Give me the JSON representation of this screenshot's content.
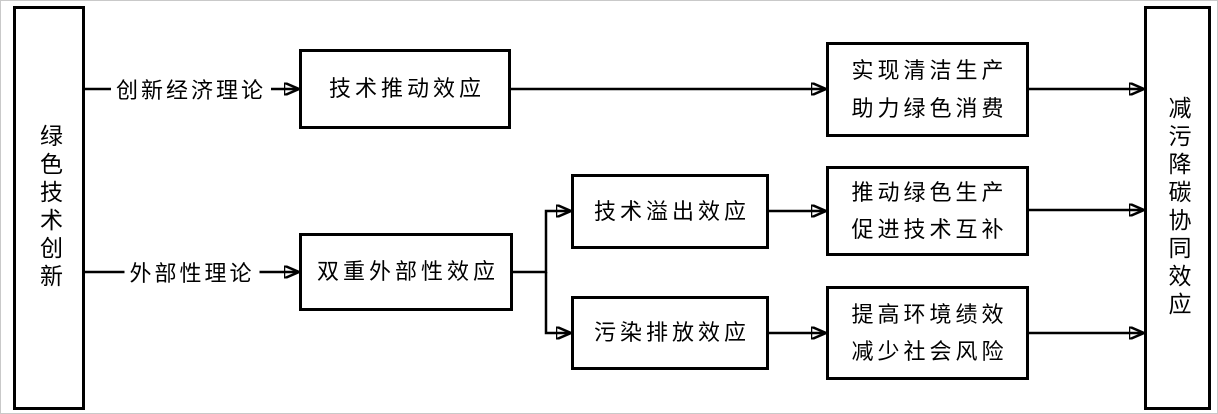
{
  "diagram": {
    "source": {
      "label": "绿色技术创新"
    },
    "sink": {
      "label": "减污降碳协同效应"
    },
    "theories": {
      "innovation": "创新经济理论",
      "externality": "外部性理论"
    },
    "effects": {
      "tech_push": "技术推动效应",
      "dual_externality": "双重外部性效应",
      "tech_spillover": "技术溢出效应",
      "pollution_emission": "污染排放效应"
    },
    "outcomes": {
      "clean_production": {
        "line1": "实现清洁生产",
        "line2": "助力绿色消费"
      },
      "green_production": {
        "line1": "推动绿色生产",
        "line2": "促进技术互补"
      },
      "env_performance": {
        "line1": "提高环境绩效",
        "line2": "减少社会风险"
      }
    },
    "colors": {
      "line": "#000000",
      "background": "#ffffff"
    }
  }
}
